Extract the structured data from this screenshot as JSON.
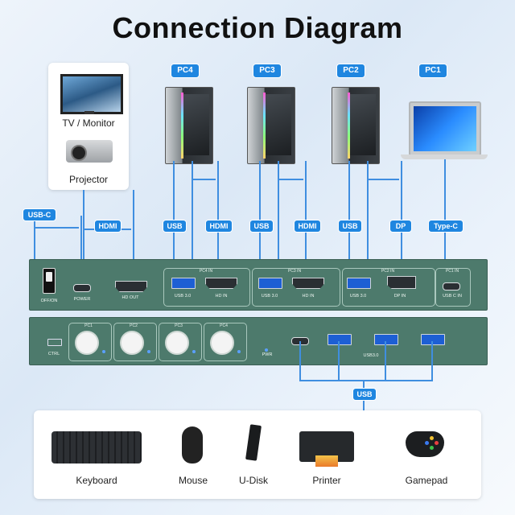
{
  "title": "Connection Diagram",
  "displays": {
    "tv_label": "TV / Monitor",
    "projector_label": "Projector"
  },
  "pcs": [
    {
      "label": "PC4"
    },
    {
      "label": "PC3"
    },
    {
      "label": "PC2"
    },
    {
      "label": "PC1"
    }
  ],
  "cables": {
    "usbc": "USB-C",
    "hdmi_out": "HDMI",
    "pc4_usb": "USB",
    "pc4_hdmi": "HDMI",
    "pc3_usb": "USB",
    "pc3_hdmi": "HDMI",
    "pc2_usb": "USB",
    "pc2_dp": "DP",
    "pc1_typec": "Type-C",
    "usb_bottom": "USB"
  },
  "rear_panel": {
    "switch_label": "OFF/ON",
    "power_label": "POWER",
    "hdout_label": "HD OUT",
    "groups": [
      "PC4 IN",
      "PC3 IN",
      "PC2 IN",
      "PC1 IN"
    ],
    "port_labels": [
      "USB 3.0",
      "HD IN",
      "USB 3.0",
      "HD IN",
      "USB 3.0",
      "DP IN",
      "USB C IN"
    ]
  },
  "front_panel": {
    "ctrl_label": "CTRL",
    "buttons": [
      "PC1",
      "PC2",
      "PC3",
      "PC4"
    ],
    "pwr_label": "PWR",
    "usb30_label": "USB3.0"
  },
  "peripherals": [
    "Keyboard",
    "Mouse",
    "U-Disk",
    "Printer",
    "Gamepad"
  ],
  "colors": {
    "accent": "#1f86e0",
    "panel": "#4d7a6c",
    "usb_port": "#1d5fd4"
  }
}
